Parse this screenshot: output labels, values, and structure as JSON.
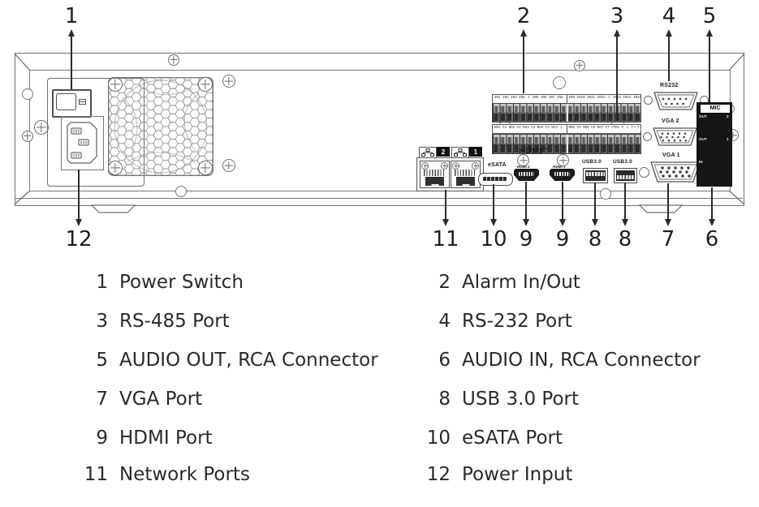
{
  "callouts": {
    "top": [
      "1",
      "2",
      "3",
      "4",
      "5"
    ],
    "bottom": [
      "12",
      "11",
      "10",
      "9",
      "9",
      "8",
      "8",
      "7",
      "6"
    ]
  },
  "panel": {
    "ports": {
      "rs232_label": "RS232",
      "vga2_label": "VGA 2",
      "vga1_label": "VGA 1",
      "esata_label": "eSATA",
      "usb_labels": [
        "USB3.0",
        "USB3.0"
      ],
      "hdmi_logo": "HDMI",
      "hdmi_tm": "TM",
      "hdmi_port_labels": [
        "HDMI 2",
        "HDMI 1"
      ],
      "mic_label": "MIC",
      "audio_jacks": [
        {
          "label": "OUT",
          "channel": "2"
        },
        {
          "label": "OUT",
          "channel": "1"
        },
        {
          "label": "IN",
          "channel": ""
        }
      ],
      "network_badges": [
        "2",
        "1"
      ],
      "alarm_labels": {
        "row1_left": "IN1 IN2 IN3 IN4 ⏚ IN5 IN6 IN7 IN8 ⏚",
        "row1_right": "IN9 IN10 IN11 IN12 ⏚ IN13 IN14 IN15 IN16 ⏚ B+ B-",
        "row2_left": "NO1 C1 NO2 C2 NO3 C3 NO4 C4 NC4 ⏚",
        "row2_right": "NO5 C5 NO6 C6 NO7 C7 CTRL P ⏚ T+ T-"
      }
    }
  },
  "legend": {
    "left": [
      {
        "num": "1",
        "label": "Power Switch"
      },
      {
        "num": "3",
        "label": "RS-485 Port"
      },
      {
        "num": "5",
        "label": "AUDIO OUT, RCA Connector"
      },
      {
        "num": "7",
        "label": "VGA Port"
      },
      {
        "num": "9",
        "label": "HDMI Port"
      },
      {
        "num": "11",
        "label": "Network Ports"
      }
    ],
    "right": [
      {
        "num": "2",
        "label": "Alarm In/Out"
      },
      {
        "num": "4",
        "label": "RS-232 Port"
      },
      {
        "num": "6",
        "label": "AUDIO IN, RCA Connector"
      },
      {
        "num": "8",
        "label": "USB 3.0 Port"
      },
      {
        "num": "10",
        "label": "eSATA Port"
      },
      {
        "num": "12",
        "label": "Power Input"
      }
    ]
  },
  "colors": {
    "line": "#6e6e6e",
    "ink": "#2a2a2a",
    "panel_black": "#161616"
  }
}
